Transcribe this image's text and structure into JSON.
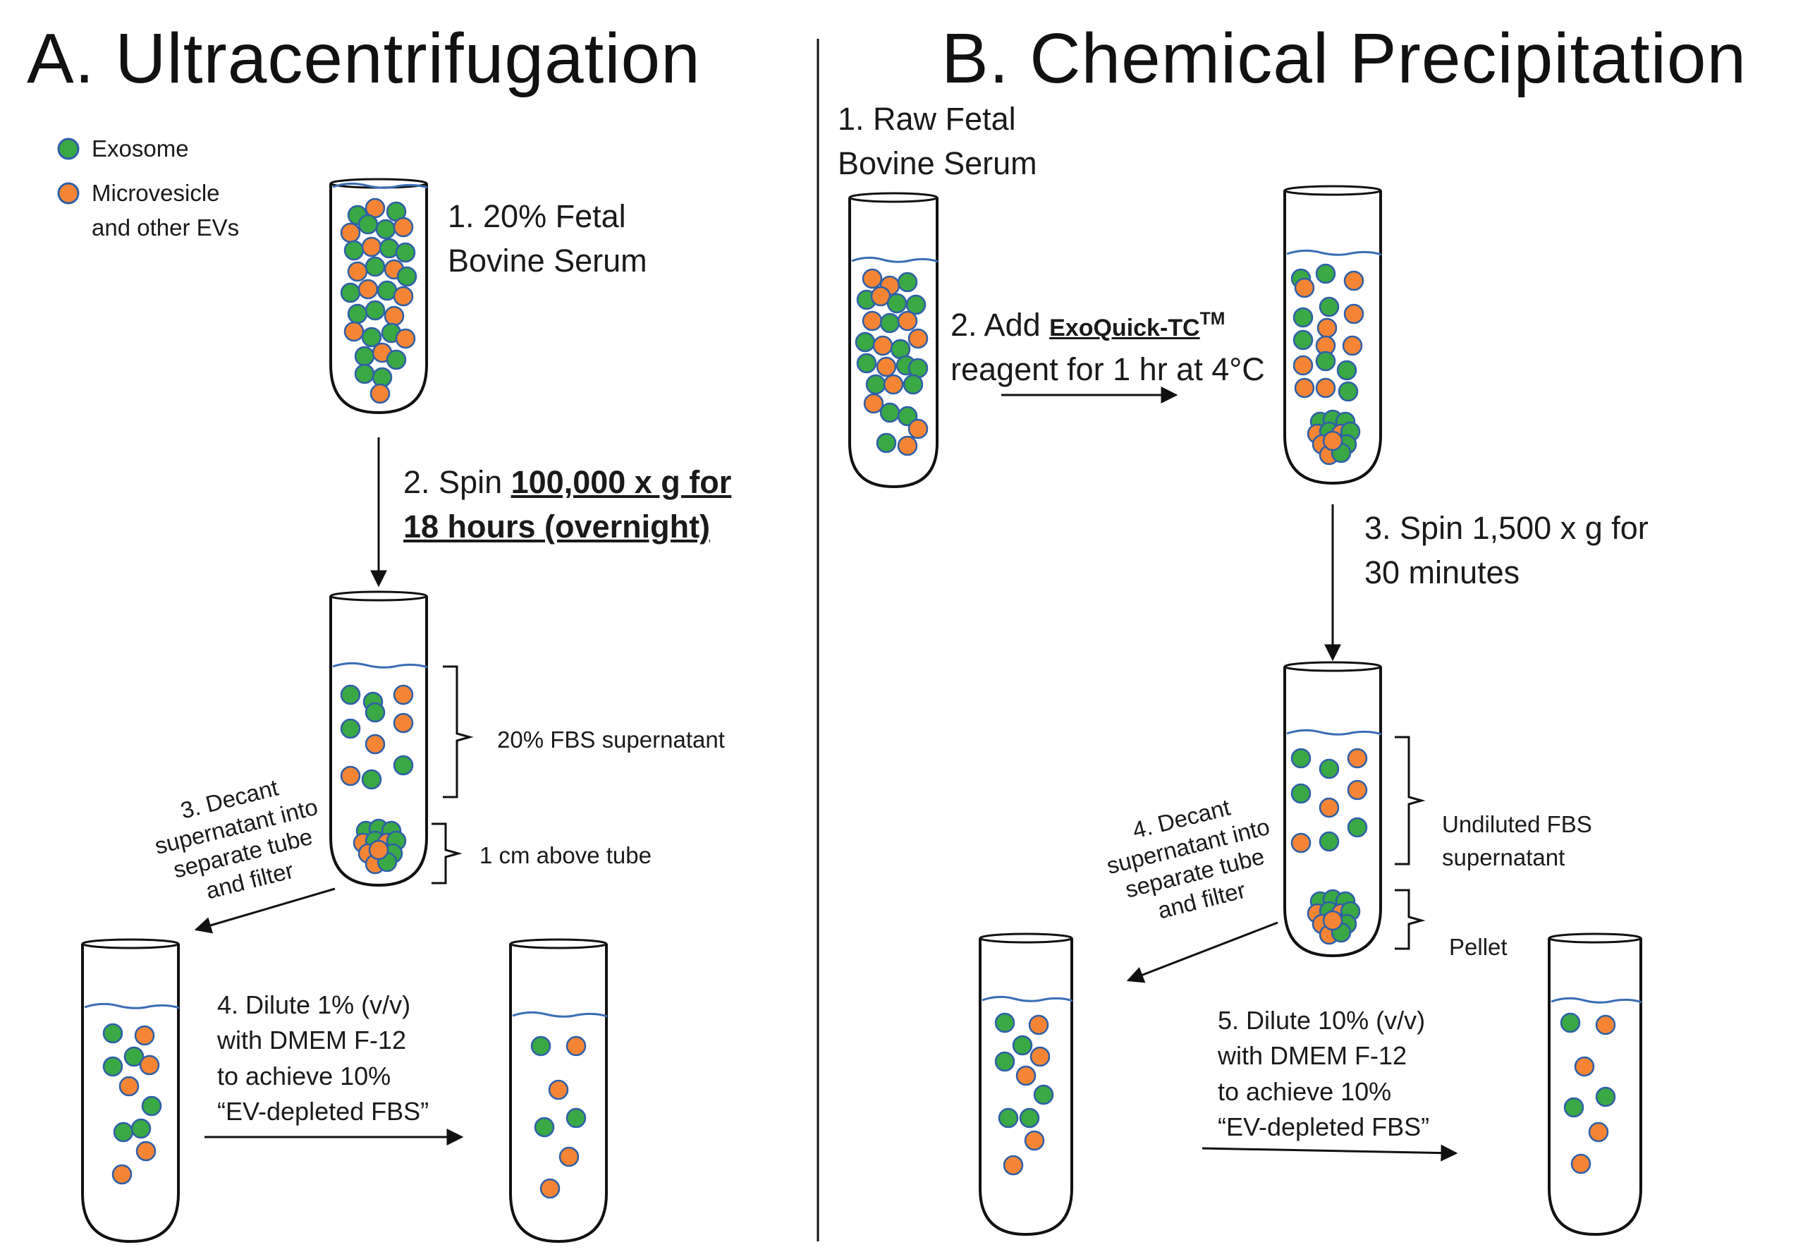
{
  "panel_a": {
    "title": "A. Ultracentrifugation",
    "legend": {
      "exosome": "Exosome",
      "microvesicle_line1": "Microvesicle",
      "microvesicle_line2": "and other EVs"
    },
    "step1": {
      "line1": "1. 20% Fetal",
      "line2": "Bovine Serum"
    },
    "step2": {
      "prefix": "2. Spin ",
      "emph1": "100,000 x g for",
      "emph2": "18 hours (overnight)"
    },
    "bracket_supernatant": "20% FBS supernatant",
    "bracket_pellet": "1 cm above tube",
    "step3": {
      "line1": "3. Decant",
      "line2": "supernatant into",
      "line3": "separate tube",
      "line4": "and filter"
    },
    "step4": {
      "line1": "4. Dilute 1% (v/v)",
      "line2": "with DMEM F-12",
      "line3": "to achieve 10%",
      "line4": "“EV-depleted FBS”"
    }
  },
  "panel_b": {
    "title": "B. Chemical Precipitation",
    "step1": {
      "line1": "1. Raw Fetal",
      "line2": "Bovine Serum"
    },
    "step2": {
      "prefix": "2. Add ",
      "reagent": "ExoQuick-TC",
      "tm": "TM",
      "line2": "reagent for 1 hr at 4°C"
    },
    "step3": {
      "line1": "3. Spin 1,500 x g for",
      "line2": "30 minutes"
    },
    "bracket_supernatant": {
      "line1": "Undiluted FBS",
      "line2": "supernatant"
    },
    "bracket_pellet": "Pellet",
    "step4": {
      "line1": "4. Decant",
      "line2": "supernatant into",
      "line3": "separate tube",
      "line4": "and filter"
    },
    "step5": {
      "line1": "5. Dilute 10% (v/v)",
      "line2": "with DMEM F-12",
      "line3": "to achieve 10%",
      "line4": "“EV-depleted FBS”"
    }
  },
  "colors": {
    "exosome": "#3aa845",
    "microvesicle": "#f58535",
    "particle_outline": "#2e5fa8",
    "liquid_line": "#3a6db5",
    "tube_outline": "#111111"
  }
}
